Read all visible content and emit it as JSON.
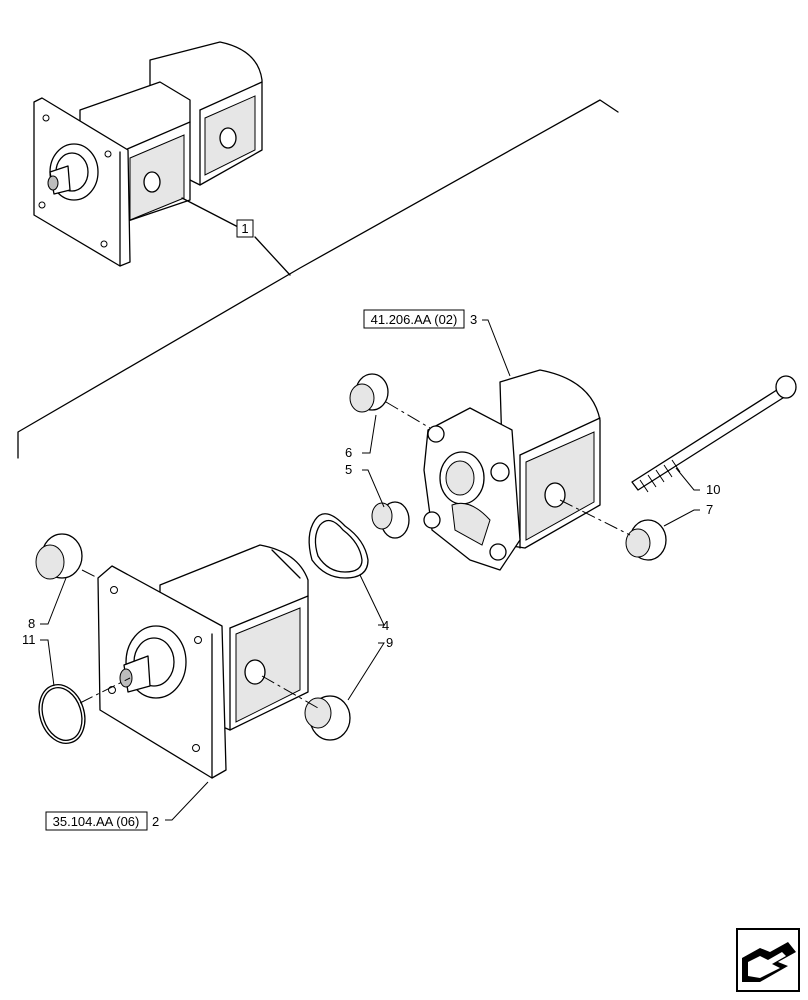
{
  "callouts": {
    "c1": "1",
    "c2": "2",
    "c3": "3",
    "c4": "4",
    "c5": "5",
    "c6": "6",
    "c7": "7",
    "c8": "8",
    "c9": "9",
    "c10": "10",
    "c11": "11"
  },
  "references": {
    "ref_front": "35.104.AA (06)",
    "ref_rear": "41.206.AA (02)"
  },
  "nav": {
    "icon": "next-page-arrow-icon"
  }
}
